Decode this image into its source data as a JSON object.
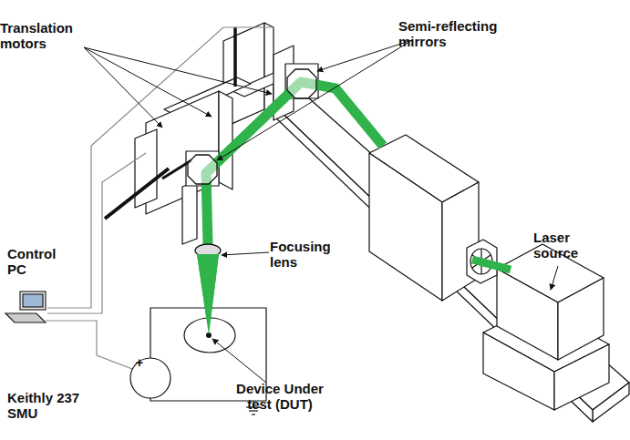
{
  "diagram": {
    "nodes": [
      {
        "text": [
          "Laser source"
        ]
      }
    ],
    "labels": [
      "Translation motors",
      "Semi-reflecting mirrors",
      "Focusing lens",
      "Control PC",
      "Keithly 237 SMU",
      "Device Under test (DUT)",
      "+"
    ]
  }
}
